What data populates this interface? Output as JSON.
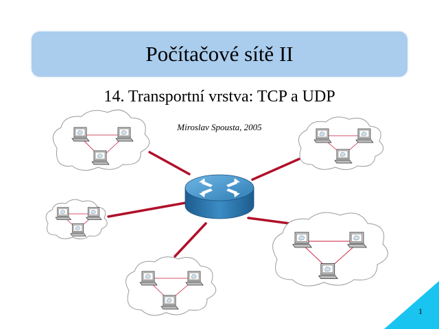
{
  "slide": {
    "title": "Počítačové sítě II",
    "subtitle": "14. Transportní vrstva: TCP a UDP",
    "author": "Miroslav Spousta, 2005",
    "page_number": "1"
  },
  "diagram": {
    "router_icon": "router-icon",
    "computer_icon": "computer-icon",
    "cloud_icon": "network-cloud-icon"
  },
  "colors": {
    "title_box": "#aacdee",
    "corner_triangle": "#19c4f0",
    "link_line": "#b0102a",
    "router_body": "#2f7db4",
    "cloud_fill": "#ffffff",
    "cloud_stroke": "#9a9a9a"
  }
}
